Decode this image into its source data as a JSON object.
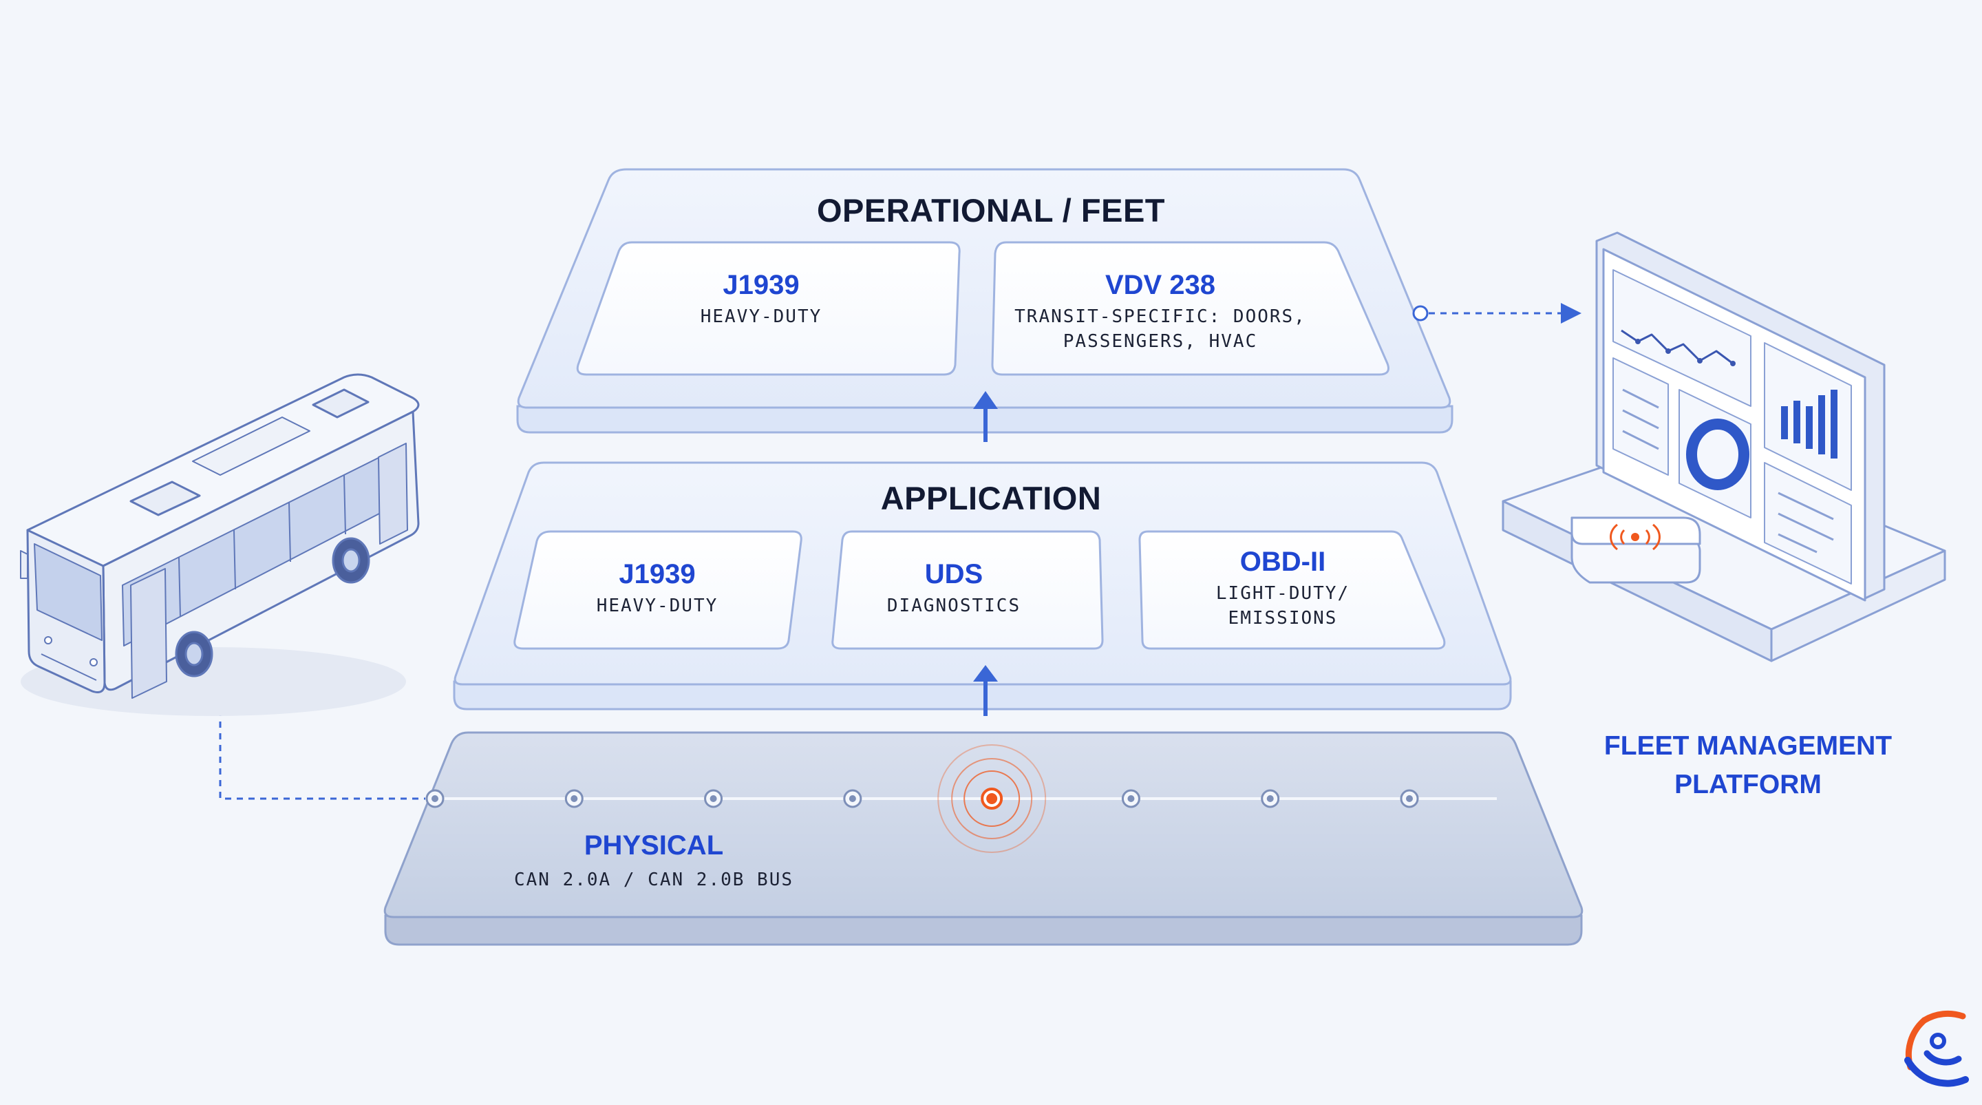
{
  "layers": {
    "operational": {
      "title": "OPERATIONAL / FEET",
      "cards": [
        {
          "title": "J1939",
          "sub": "HEAVY-DUTY"
        },
        {
          "title": "VDV 238",
          "sub_line1": "TRANSIT-SPECIFIC: DOORS,",
          "sub_line2": "PASSENGERS, HVAC"
        }
      ]
    },
    "application": {
      "title": "APPLICATION",
      "cards": [
        {
          "title": "J1939",
          "sub": "HEAVY-DUTY"
        },
        {
          "title": "UDS",
          "sub": "DIAGNOSTICS"
        },
        {
          "title": "OBD-II",
          "sub_line1": "LIGHT-DUTY/",
          "sub_line2": "EMISSIONS"
        }
      ]
    },
    "physical": {
      "title": "PHYSICAL",
      "sub": "CAN 2.0A / CAN 2.0B BUS",
      "bus_nodes": 8,
      "active_node_index": 4
    }
  },
  "platform": {
    "line1": "FLEET MANAGEMENT",
    "line2": "PLATFORM"
  },
  "colors": {
    "accent": "#1f46d1",
    "signal": "#f0581e",
    "layer_fill": "#e6edfb",
    "physical_fill": "#cdd6e8",
    "outline": "#9fb3e0"
  },
  "icons": [
    "bus-icon",
    "monitor-dashboard-icon",
    "wireless-signal-icon",
    "brand-logo-icon"
  ]
}
